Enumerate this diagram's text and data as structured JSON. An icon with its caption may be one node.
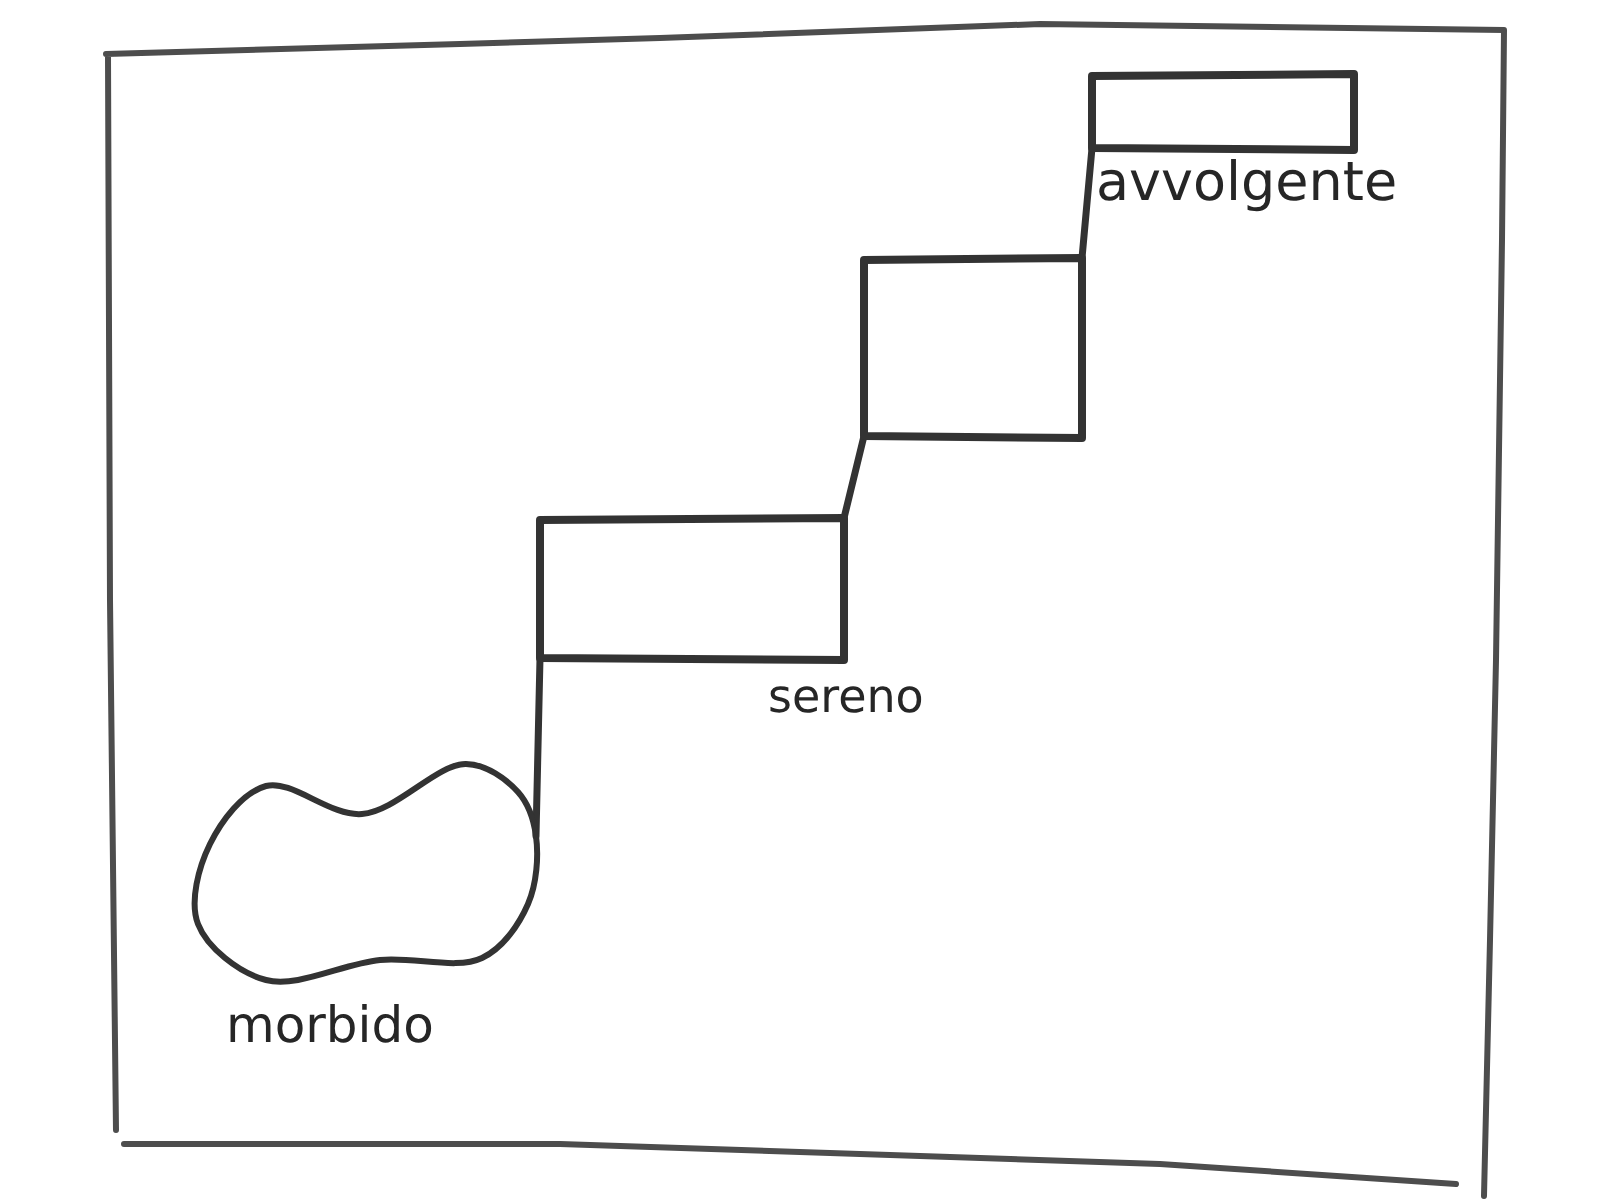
{
  "diagram": {
    "nodes": [
      {
        "text": [],
        "shape": "blob",
        "beside": [
          "morbido"
        ]
      },
      {
        "text": [],
        "shape": "box",
        "beside": [
          "sereno"
        ]
      },
      {
        "text": [],
        "shape": "box"
      },
      {
        "text": [],
        "shape": "box",
        "beside": [
          "avvolgente"
        ]
      }
    ],
    "edges": [
      {
        "from": 0,
        "to": 1,
        "arrow": "none"
      },
      {
        "from": 1,
        "to": 2,
        "arrow": "none"
      },
      {
        "from": 2,
        "to": 3,
        "arrow": "none"
      }
    ]
  }
}
